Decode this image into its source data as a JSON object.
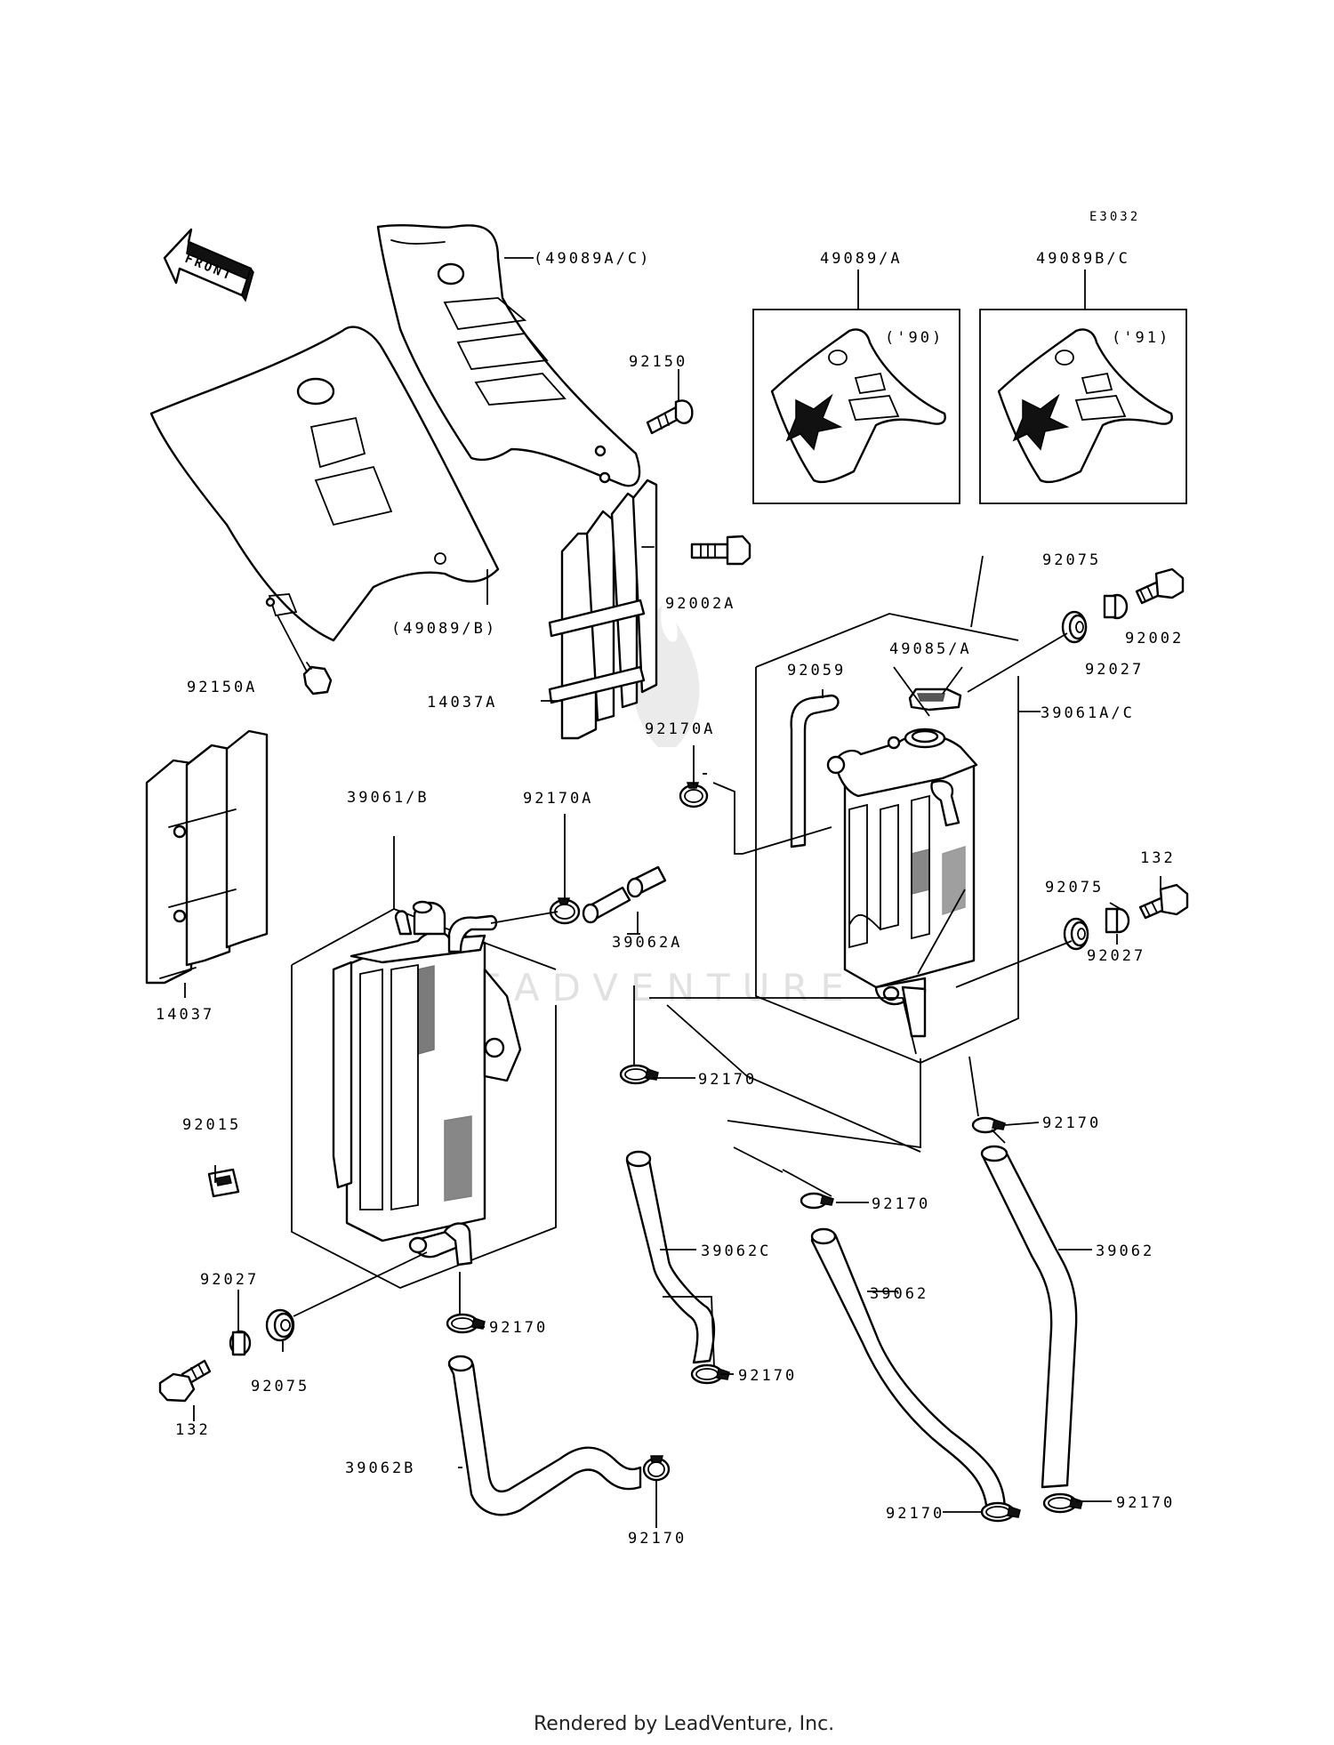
{
  "diagram": {
    "code": "E3032",
    "front_arrow": "FRONT",
    "watermark": "LEADVENTURE",
    "footer": "Rendered by LeadVenture, Inc.",
    "labels": {
      "p49089ac": "(49089A/C)",
      "p49089a": "49089/A",
      "p49089bc": "49089B/C",
      "y90": "('90)",
      "y91": "('91)",
      "p92150": "92150",
      "p92002a": "92002A",
      "p49089b": "(49089/B)",
      "p92150a": "92150A",
      "p14037a": "14037A",
      "p92075_top": "92075",
      "p92002": "92002",
      "p92027_top": "92027",
      "p49085a": "49085/A",
      "p92059": "92059",
      "p39061ac": "39061A/C",
      "p92170a_1": "92170A",
      "p92170a_2": "92170A",
      "p39061b": "39061/B",
      "p39062a": "39062A",
      "p132_top": "132",
      "p92075_mid": "92075",
      "p92027_mid": "92027",
      "p14037": "14037",
      "p92015": "92015",
      "p92170_1": "92170",
      "p92170_2": "92170",
      "p92170_3": "92170",
      "p39062c": "39062C",
      "p39062_mid": "39062",
      "p39062_right": "39062",
      "p92027_bot": "92027",
      "p92075_bot": "92075",
      "p132_bot": "132",
      "p92170_4": "92170",
      "p92170_5": "92170",
      "p39062b": "39062B",
      "p92170_6": "92170",
      "p92170_7": "92170",
      "p92170_8": "92170"
    }
  }
}
